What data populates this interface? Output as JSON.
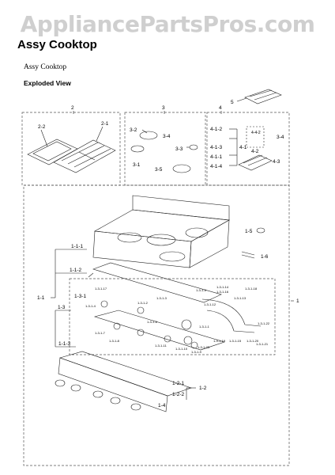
{
  "watermark": "AppliancePartsPros.com",
  "page_title": "Assy Cooktop",
  "assembly_name": "Assy Cooktop",
  "view_label": "Exploded View",
  "callouts": {
    "c2": "2",
    "c2_2": "2-2",
    "c2_1": "2-1",
    "c3": "3",
    "c3_2": "3-2",
    "c3_4": "3-4",
    "c3_3": "3-3",
    "c3_1": "3-1",
    "c3_5": "3-5",
    "c4": "4",
    "c5": "5",
    "c4_1_2": "4-1-2",
    "c4_1_3": "4-1-3",
    "c4_1": "4-1",
    "c4_1_1": "4-1-1",
    "c4_1_4": "4-1-4",
    "c4_4_2": "4-4-2",
    "c3_4b": "3-4",
    "c4_2": "4-2",
    "c4_3": "4-3",
    "c1": "1",
    "c1_5": "1-5",
    "c1_6": "1-6",
    "c1_1_1": "1-1-1",
    "c1_1_2": "1-1-2",
    "c1_1": "1-1",
    "c1_3": "1-3",
    "c1_3_1": "1-3-1",
    "c1_1_3": "1-1-3",
    "c1_2": "1-2",
    "c1_2_1": "1-2-1",
    "c1_2_2": "1-2-2",
    "c1_4": "1-4",
    "s1": "1-3-1-17",
    "s2": "1-3-1-4",
    "s3": "1-3-1-2",
    "s4": "1-3-1-3",
    "s5": "1-3-1-5",
    "s6": "1-3-1-14",
    "s7": "1-3-1-16",
    "s8": "1-3-1-12",
    "s9": "1-3-1-13",
    "s10": "1-3-1-18",
    "s11": "1-3-1-7",
    "s12": "1-3-1-8",
    "s13": "1-3-1-6",
    "s14": "1-3-1-11",
    "s15": "1-3-1-10",
    "s16": "1-3-1-1",
    "s17": "1-3-1-9",
    "s18": "1-3-1-19",
    "s19": "1-3-1-15",
    "s20": "1-3-1-20",
    "s21": "1-3-1-21",
    "s22": "1-3-1-22",
    "s23": "1-3-1-23"
  },
  "colors": {
    "line": "#222222",
    "watermark": "#cfcfcf",
    "dash": "#555555"
  }
}
